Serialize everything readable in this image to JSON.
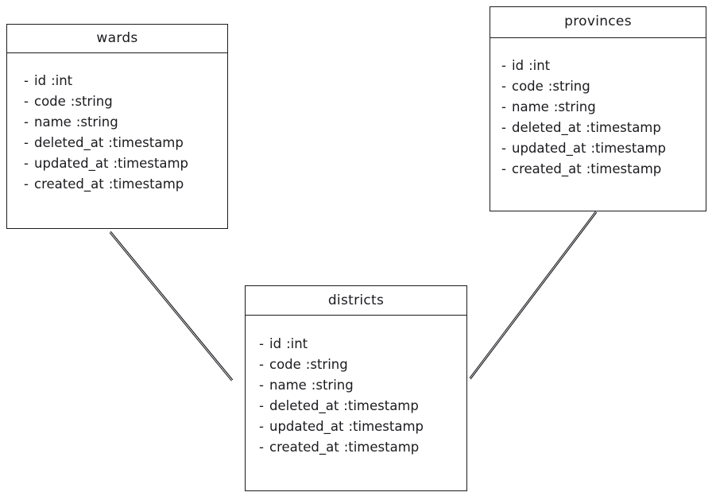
{
  "diagram": {
    "kind": "uml-class-diagram",
    "background_color": "#ffffff",
    "stroke_color": "#1b1b1f",
    "entities": [
      {
        "id": "wards",
        "title": "wards",
        "fields": [
          {
            "visibility": "-",
            "name": "id",
            "type": ":int"
          },
          {
            "visibility": "-",
            "name": "code",
            "type": ":string"
          },
          {
            "visibility": "-",
            "name": "name",
            "type": ":string"
          },
          {
            "visibility": "-",
            "name": "deleted_at",
            "type": ":timestamp"
          },
          {
            "visibility": "-",
            "name": "updated_at",
            "type": ":timestamp"
          },
          {
            "visibility": "-",
            "name": "created_at",
            "type": ":timestamp"
          }
        ]
      },
      {
        "id": "provinces",
        "title": "provinces",
        "fields": [
          {
            "visibility": "-",
            "name": "id",
            "type": ":int"
          },
          {
            "visibility": "-",
            "name": "code",
            "type": ":string"
          },
          {
            "visibility": "-",
            "name": "name",
            "type": ":string"
          },
          {
            "visibility": "-",
            "name": "deleted_at",
            "type": ":timestamp"
          },
          {
            "visibility": "-",
            "name": "updated_at",
            "type": ":timestamp"
          },
          {
            "visibility": "-",
            "name": "created_at",
            "type": ":timestamp"
          }
        ]
      },
      {
        "id": "districts",
        "title": "districts",
        "fields": [
          {
            "visibility": "-",
            "name": "id",
            "type": ":int"
          },
          {
            "visibility": "-",
            "name": "code",
            "type": ":string"
          },
          {
            "visibility": "-",
            "name": "name",
            "type": ":string"
          },
          {
            "visibility": "-",
            "name": "deleted_at",
            "type": ":timestamp"
          },
          {
            "visibility": "-",
            "name": "updated_at",
            "type": ":timestamp"
          },
          {
            "visibility": "-",
            "name": "created_at",
            "type": ":timestamp"
          }
        ]
      }
    ],
    "connections": [
      {
        "id": "wards-districts",
        "from": "wards",
        "to": "districts",
        "style": "plain-line"
      },
      {
        "id": "districts-provinces",
        "from": "districts",
        "to": "provinces",
        "style": "plain-line"
      }
    ]
  }
}
